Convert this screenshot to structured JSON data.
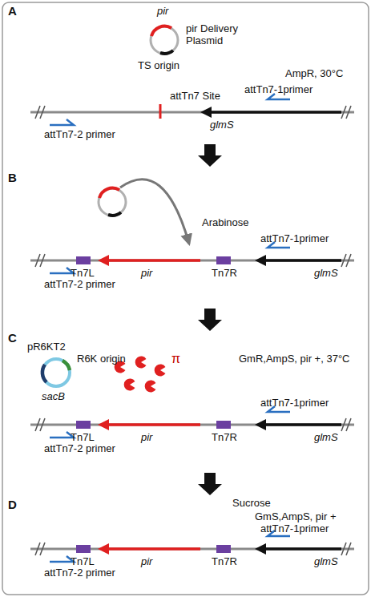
{
  "diagram": {
    "labels": [
      "A",
      "pir",
      "pir Delivery Plasmid",
      "TS origin",
      "AmpR, 30°C",
      "attTn7 Site",
      "attTn7-1primer",
      "glmS",
      "attTn7-2 primer",
      "B",
      "Arabinose",
      "attTn7-1primer",
      "Tn7L",
      "pir",
      "Tn7R",
      "glmS",
      "attTn7-2 primer",
      "C",
      "pR6KT2",
      "R6K origin",
      "sacB",
      "π",
      "GmR,AmpS, pir +, 37°C",
      "attTn7-1primer",
      "Tn7L",
      "pir",
      "Tn7R",
      "glmS",
      "attTn7-2 primer",
      "D",
      "Sucrose",
      "GmS,AmpS, pir +",
      "attTn7-1primer",
      "Tn7L",
      "pir",
      "Tn7R",
      "glmS",
      "attTn7-2 primer"
    ]
  }
}
